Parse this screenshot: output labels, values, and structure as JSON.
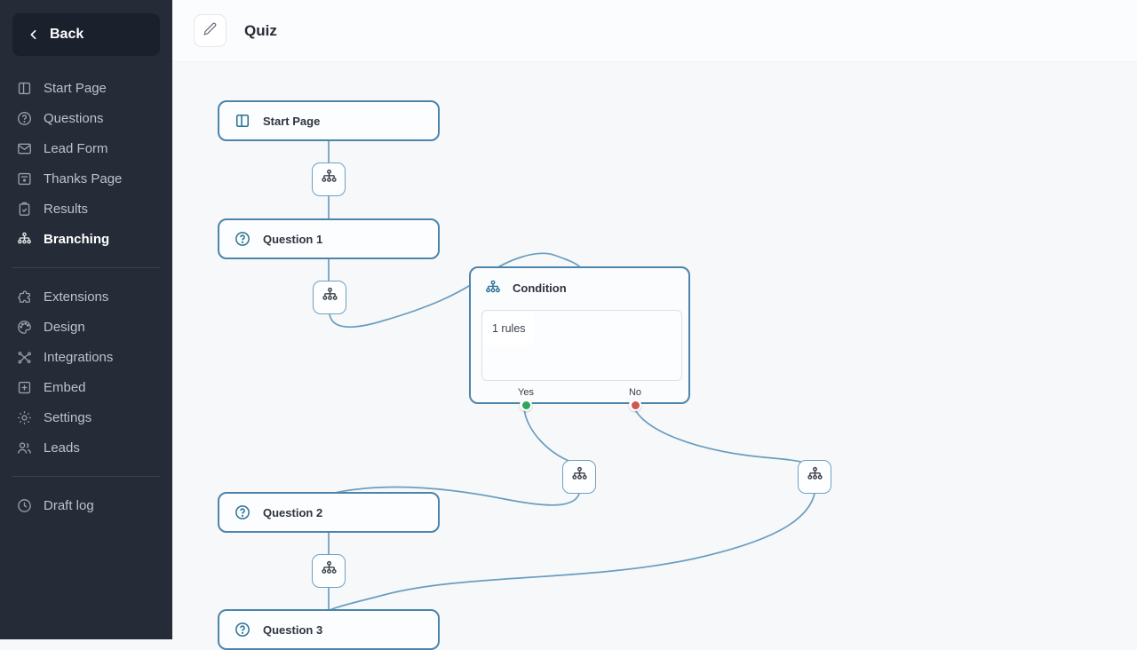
{
  "sidebar": {
    "back_label": "Back",
    "items": [
      {
        "label": "Start Page",
        "icon": "start-page-icon"
      },
      {
        "label": "Questions",
        "icon": "question-icon"
      },
      {
        "label": "Lead Form",
        "icon": "envelope-icon"
      },
      {
        "label": "Thanks Page",
        "icon": "thanks-card-icon"
      },
      {
        "label": "Results",
        "icon": "clipboard-check-icon"
      },
      {
        "label": "Branching",
        "icon": "branching-icon",
        "active": true
      },
      {
        "label": "Extensions",
        "icon": "puzzle-icon"
      },
      {
        "label": "Design",
        "icon": "palette-icon"
      },
      {
        "label": "Integrations",
        "icon": "network-icon"
      },
      {
        "label": "Embed",
        "icon": "plus-square-icon"
      },
      {
        "label": "Settings",
        "icon": "gear-icon"
      },
      {
        "label": "Leads",
        "icon": "people-icon"
      },
      {
        "label": "Draft log",
        "icon": "clock-icon"
      }
    ]
  },
  "header": {
    "title": "Quiz"
  },
  "flow": {
    "nodes": {
      "start_page": {
        "label": "Start Page"
      },
      "question1": {
        "label": "Question 1"
      },
      "question2": {
        "label": "Question 2"
      },
      "question3": {
        "label": "Question 3"
      },
      "condition": {
        "title": "Condition",
        "rules_text": "1 rules",
        "yes_label": "Yes",
        "no_label": "No"
      }
    },
    "colors": {
      "edge": "#6a9dbf",
      "node_border": "#4c84ab",
      "yes_dot": "#2fa65a",
      "no_dot": "#cd5752",
      "sidebar_bg": "#262c37"
    }
  }
}
